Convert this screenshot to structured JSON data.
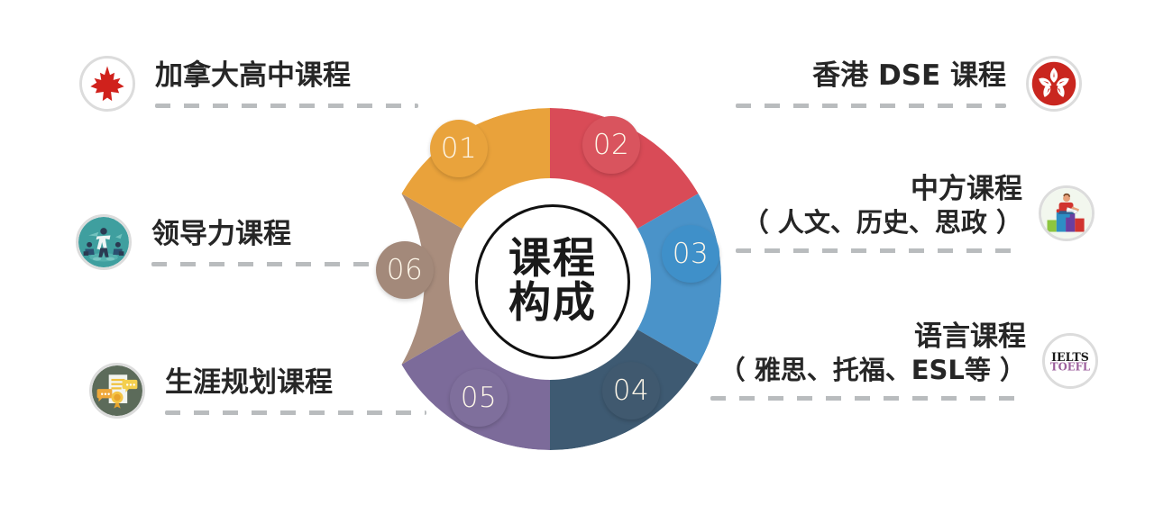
{
  "center": {
    "line1": "课程",
    "line2": "构成"
  },
  "ring": {
    "segments": [
      {
        "number": "01",
        "outer": "#e9a23b",
        "inner": "#f0bd78",
        "badge": "#e9a33c"
      },
      {
        "number": "02",
        "outer": "#d94b57",
        "inner": "#e97b77",
        "badge": "#d9545e"
      },
      {
        "number": "03",
        "outer": "#4a93c9",
        "inner": "#7cb4dc",
        "badge": "#3f90c9"
      },
      {
        "number": "04",
        "outer": "#3e5a72",
        "inner": "#7d8da0",
        "badge": "#40596f"
      },
      {
        "number": "05",
        "outer": "#7c6b9a",
        "inner": "#9e93b8",
        "badge": "#7f6f9c"
      },
      {
        "number": "06",
        "outer": "#a98d7d",
        "inner": "#bbada2",
        "badge": "#a3897a"
      }
    ]
  },
  "items": [
    {
      "id": "canada-highschool",
      "side": "left",
      "title": "加拿大高中课程",
      "sub": "",
      "icon": "maple-leaf-icon"
    },
    {
      "id": "leadership",
      "side": "left",
      "title": "领导力课程",
      "sub": "",
      "icon": "leadership-icon"
    },
    {
      "id": "career-planning",
      "side": "left",
      "title": "生涯规划课程",
      "sub": "",
      "icon": "certificate-icon"
    },
    {
      "id": "hongkong-dse",
      "side": "right",
      "title": "香港 DSE 课程",
      "sub": "",
      "icon": "hongkong-bauhinia-icon"
    },
    {
      "id": "chinese-curriculum",
      "side": "right",
      "title": "中方课程",
      "sub": "（ 人文、历史、思政 ）",
      "icon": "reading-on-books-icon"
    },
    {
      "id": "language-courses",
      "side": "right",
      "title": "语言课程",
      "sub": "（ 雅思、托福、ESL等 ）",
      "icon": "ielts-toefl-icon"
    }
  ],
  "ielts_badge": {
    "line1": "IELTS",
    "line2": "TOEFL"
  },
  "colors": {
    "text": "#262626",
    "dash": "#b9bcbe",
    "background": "#ffffff"
  }
}
